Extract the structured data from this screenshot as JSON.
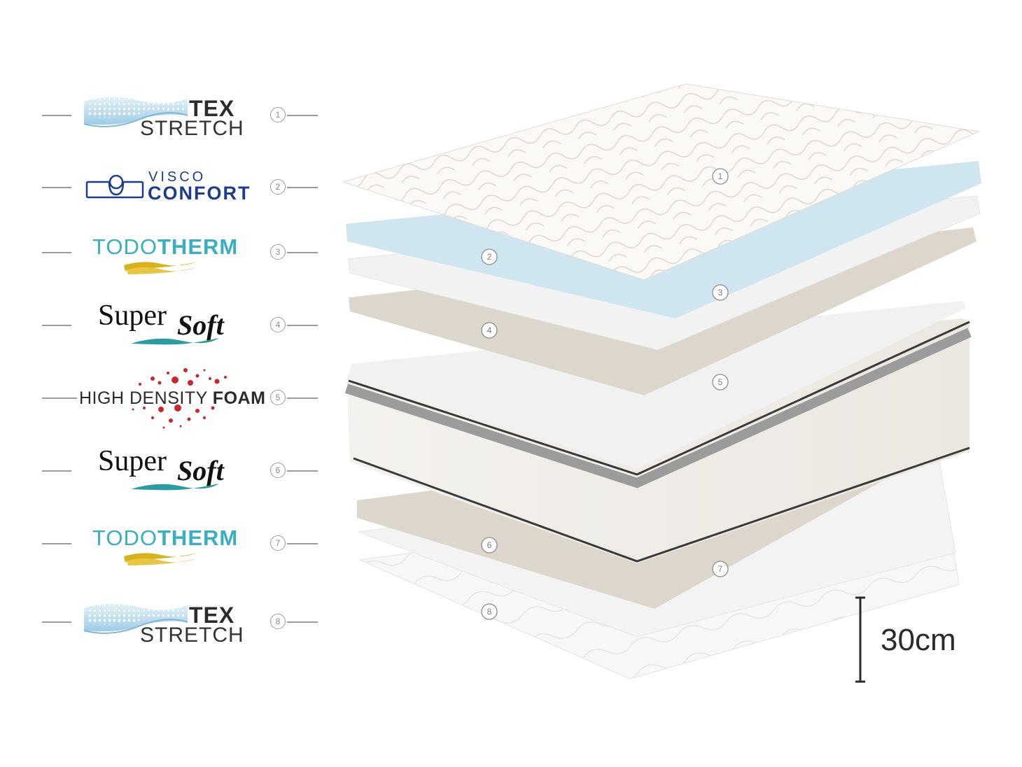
{
  "layers": [
    {
      "number": "1",
      "brand_top": "TEX",
      "brand_bottom": "STRETCH"
    },
    {
      "number": "2",
      "brand_top": "VISCO",
      "brand_bottom": "CONFORT"
    },
    {
      "number": "3",
      "brand_light": "TODO",
      "brand_bold": "THERM"
    },
    {
      "number": "4",
      "brand_a": "Super",
      "brand_b": "Soft"
    },
    {
      "number": "5",
      "brand_light": "HIGH DENSITY ",
      "brand_bold": "FOAM"
    },
    {
      "number": "6",
      "brand_a": "Super",
      "brand_b": "Soft"
    },
    {
      "number": "7",
      "brand_light": "TODO",
      "brand_bold": "THERM"
    },
    {
      "number": "8",
      "brand_top": "TEX",
      "brand_bottom": "STRETCH"
    }
  ],
  "mattress_labels": [
    "1",
    "2",
    "3",
    "4",
    "5",
    "6",
    "7",
    "8"
  ],
  "height_label": "30cm",
  "colors": {
    "visco_blue": "#1c3d8c",
    "therm_teal": "#3aafc0",
    "therm_gold": "#d9b21a",
    "soft_wave": "#2a9ba3",
    "foam_red": "#c8272d",
    "gel_layer": "#cfe6f1",
    "latex_layer": "#ddd6cc"
  },
  "icons": [
    "quilted-fabric-icon",
    "visco-head-pillow-icon",
    "gold-wave-icon",
    "teal-swoosh-icon",
    "red-dots-icon"
  ]
}
